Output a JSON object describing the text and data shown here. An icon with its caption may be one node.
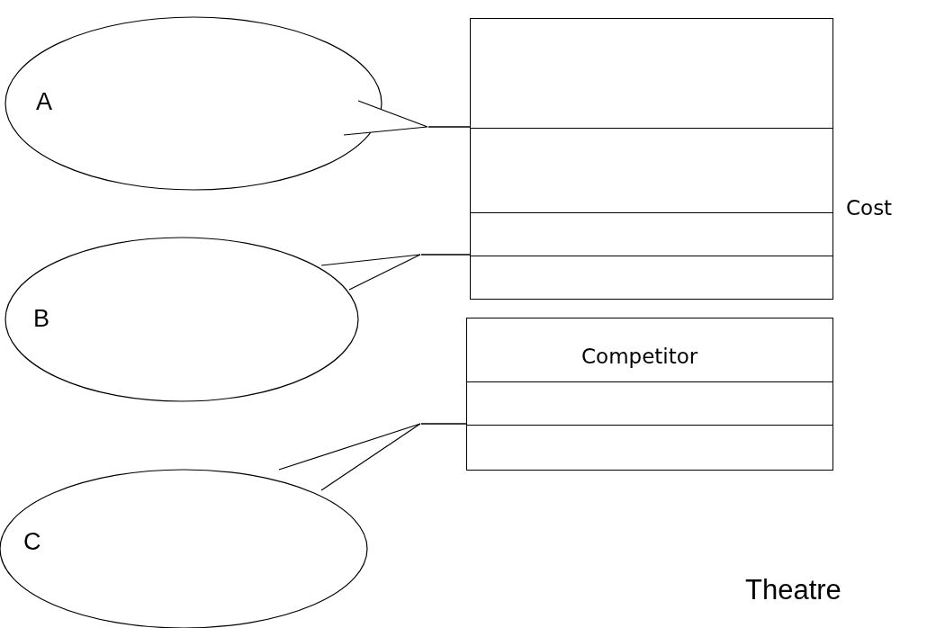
{
  "diagram": {
    "nodes": [
      {
        "text": [],
        "shape": "box",
        "beside": [
          "Cost"
        ]
      },
      {
        "text": [
          "Competitor"
        ]
      },
      {
        "text": [
          "A"
        ]
      },
      {
        "text": [
          "B"
        ]
      },
      {
        "text": [
          "C"
        ]
      }
    ],
    "edges": [
      {
        "from": 2,
        "to": 0,
        "arrow": "none"
      },
      {
        "from": 3,
        "to": 0,
        "arrow": "none"
      },
      {
        "from": 4,
        "to": 1,
        "arrow": "none"
      }
    ],
    "labels": [
      "Theatre"
    ]
  }
}
